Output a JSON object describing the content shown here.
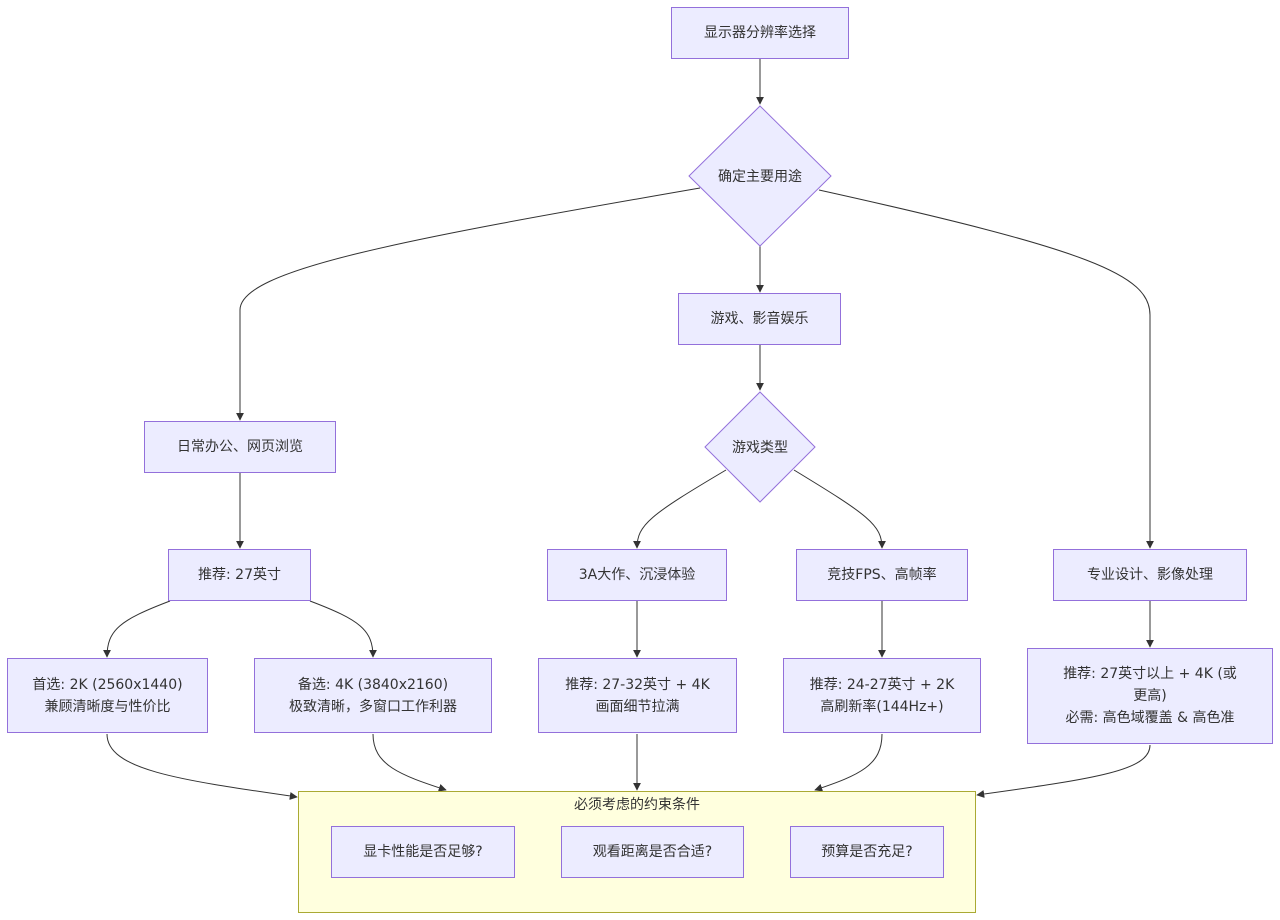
{
  "diagram": {
    "type": "flowchart",
    "colors": {
      "node_fill": "#ECECFF",
      "node_stroke": "#9370DB",
      "cluster_fill": "#FFFFDE",
      "cluster_stroke": "#AAAA33",
      "edge": "#333333",
      "text": "#333333"
    },
    "nodes": {
      "start": "显示器分辨率选择",
      "purpose": "确定主要用途",
      "office": "日常办公、网页浏览",
      "gaming": "游戏、影音娱乐",
      "design": "专业设计、影像处理",
      "rec27": "推荐: 27英寸",
      "opt2k": "首选: 2K (2560x1440)\n兼顾清晰度与性价比",
      "opt4k": "备选: 4K (3840x2160)\n极致清晰，多窗口工作利器",
      "gametype": "游戏类型",
      "aaa": "3A大作、沉浸体验",
      "fps": "竞技FPS、高帧率",
      "rec_aaa": "推荐: 27-32英寸 + 4K\n画面细节拉满",
      "rec_fps": "推荐: 24-27英寸 + 2K\n高刷新率(144Hz+)",
      "rec_design": "推荐: 27英寸以上 + 4K (或\n更高)\n必需: 高色域覆盖 & 高色准"
    },
    "cluster": {
      "title": "必须考虑的约束条件",
      "items": [
        "显卡性能是否足够?",
        "观看距离是否合适?",
        "预算是否充足?"
      ]
    },
    "edges": [
      [
        "start",
        "purpose"
      ],
      [
        "purpose",
        "office"
      ],
      [
        "purpose",
        "gaming"
      ],
      [
        "purpose",
        "design"
      ],
      [
        "office",
        "rec27"
      ],
      [
        "rec27",
        "opt2k"
      ],
      [
        "rec27",
        "opt4k"
      ],
      [
        "gaming",
        "gametype"
      ],
      [
        "gametype",
        "aaa"
      ],
      [
        "gametype",
        "fps"
      ],
      [
        "aaa",
        "rec_aaa"
      ],
      [
        "fps",
        "rec_fps"
      ],
      [
        "design",
        "rec_design"
      ],
      [
        "opt2k",
        "cluster"
      ],
      [
        "opt4k",
        "cluster"
      ],
      [
        "rec_aaa",
        "cluster"
      ],
      [
        "rec_fps",
        "cluster"
      ],
      [
        "rec_design",
        "cluster"
      ]
    ]
  }
}
